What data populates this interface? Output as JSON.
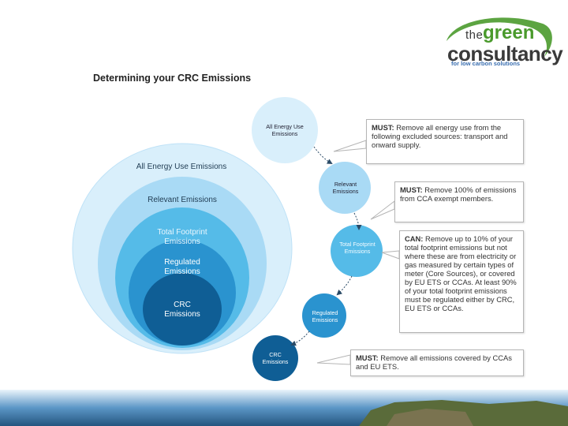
{
  "logo": {
    "the": "the",
    "green": "green",
    "consultancy": "consultancy",
    "tagline": "for low carbon solutions",
    "colors": {
      "green": "#4a9a2c",
      "blue": "#3b6fb0",
      "dark": "#3a3a3a"
    }
  },
  "title": "Determining your CRC Emissions",
  "rings": [
    {
      "label": "All Energy Use Emissions",
      "color": "#d9effb"
    },
    {
      "label": "Relevant Emissions",
      "color": "#a9daf5"
    },
    {
      "label": "Total Footprint Emissions",
      "color": "#55bbe8"
    },
    {
      "label": "Regulated Emissions",
      "color": "#2a93cf"
    },
    {
      "label": "CRC Emissions",
      "color": "#0f5e95"
    }
  ],
  "bubbles": [
    {
      "label": "All Energy Use Emissions"
    },
    {
      "label": "Relevant Emissions"
    },
    {
      "label": "Total Footprint Emissions"
    },
    {
      "label": "Regulated Emissions"
    },
    {
      "label": "CRC Emissions"
    }
  ],
  "callouts": [
    {
      "lead": "MUST:",
      "text": "Remove all energy use from the following excluded sources: transport and onward supply."
    },
    {
      "lead": "MUST:",
      "text": "Remove 100% of emissions from CCA exempt members."
    },
    {
      "lead": "CAN:",
      "text": "Remove up to 10% of your total footprint emissions but not where these are from electricity or gas measured by certain types of meter (Core Sources), or covered by EU ETS or CCAs. At least 90% of your total footprint emissions must be regulated either by CRC, EU ETS or CCAs."
    },
    {
      "lead": "MUST:",
      "text": "Remove all emissions covered by CCAs and EU ETS."
    }
  ]
}
